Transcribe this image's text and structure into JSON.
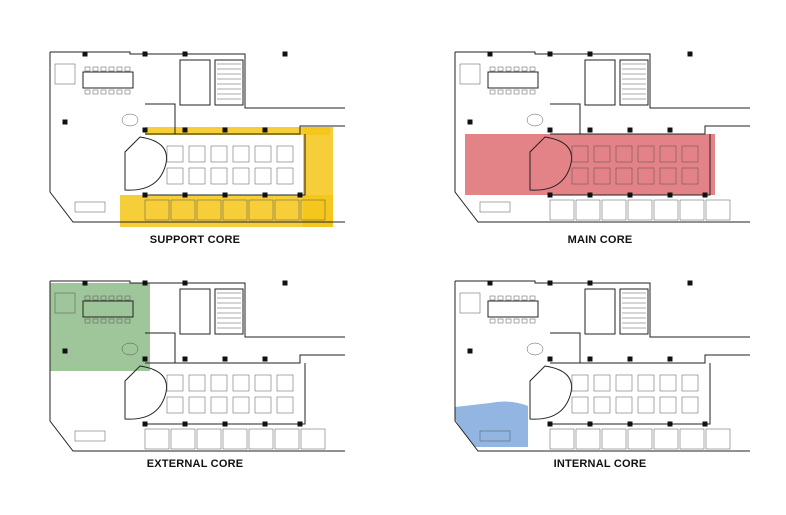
{
  "panels": [
    {
      "id": "support",
      "label": "SUPPORT CORE",
      "highlight_zone": "support",
      "highlight_color": "#f5c518"
    },
    {
      "id": "main",
      "label": "MAIN CORE",
      "highlight_zone": "main",
      "highlight_color": "#d9585f"
    },
    {
      "id": "external",
      "label": "EXTERNAL CORE",
      "highlight_zone": "external",
      "highlight_color": "#7fb27a"
    },
    {
      "id": "internal",
      "label": "INTERNAL CORE",
      "highlight_zone": "internal",
      "highlight_color": "#7fa9dc"
    }
  ]
}
